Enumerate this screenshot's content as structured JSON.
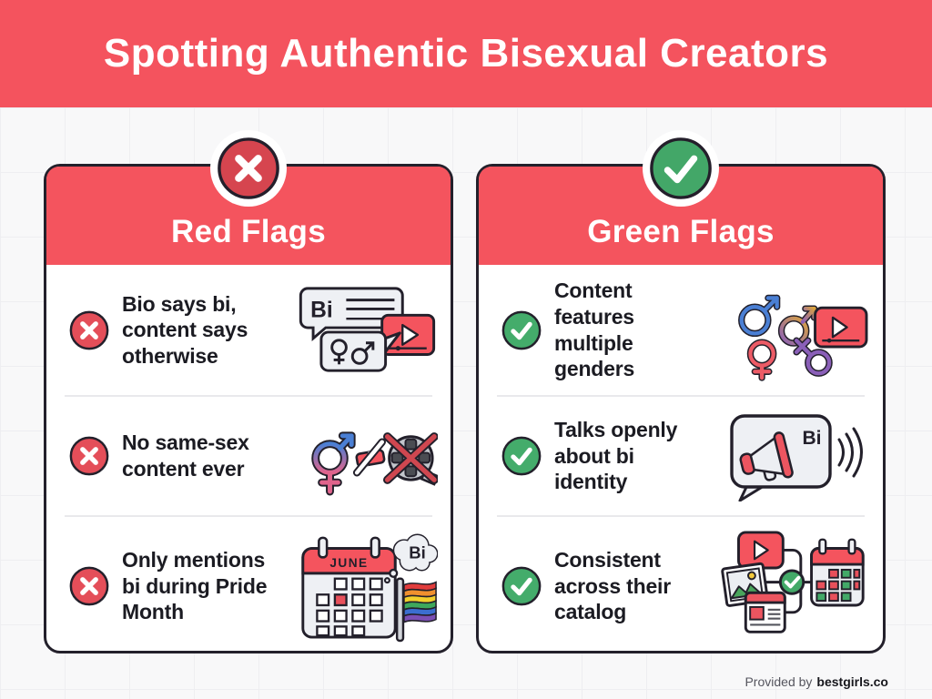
{
  "header": {
    "title": "Spotting Authentic Bisexual Creators"
  },
  "columns": [
    {
      "title": "Red Flags",
      "badge": "x-circle",
      "items": [
        {
          "text": "Bio says bi,\ncontent says\notherwise",
          "icon": "chat-bubbles-and-video"
        },
        {
          "text": "No same-sex\ncontent ever",
          "icon": "gender-symbol-slash-crossed-film"
        },
        {
          "text": "Only mentions\nbi during Pride\nMonth",
          "icon": "june-calendar-thought-rainbow-flag"
        }
      ]
    },
    {
      "title": "Green Flags",
      "badge": "check-circle",
      "items": [
        {
          "text": "Content\nfeatures\nmultiple genders",
          "icon": "multiple-gender-symbols-video"
        },
        {
          "text": "Talks openly\nabout bi identity",
          "icon": "megaphone-speech-bubble"
        },
        {
          "text": "Consistent\nacross their\ncatalog",
          "icon": "media-catalog-calendar"
        }
      ]
    }
  ],
  "icon_labels": {
    "bi": "Bi",
    "june": "JUNE"
  },
  "footer": {
    "prefix": "Provided by",
    "brand": "bestgirls.co"
  },
  "colors": {
    "banner": "#f4535e",
    "card_header": "#f4545e",
    "red_badge": "#d6454f",
    "red_marker": "#e44e59",
    "green_badge": "#43a768",
    "outline": "#23202b",
    "page_bg": "#f8f8f9"
  }
}
